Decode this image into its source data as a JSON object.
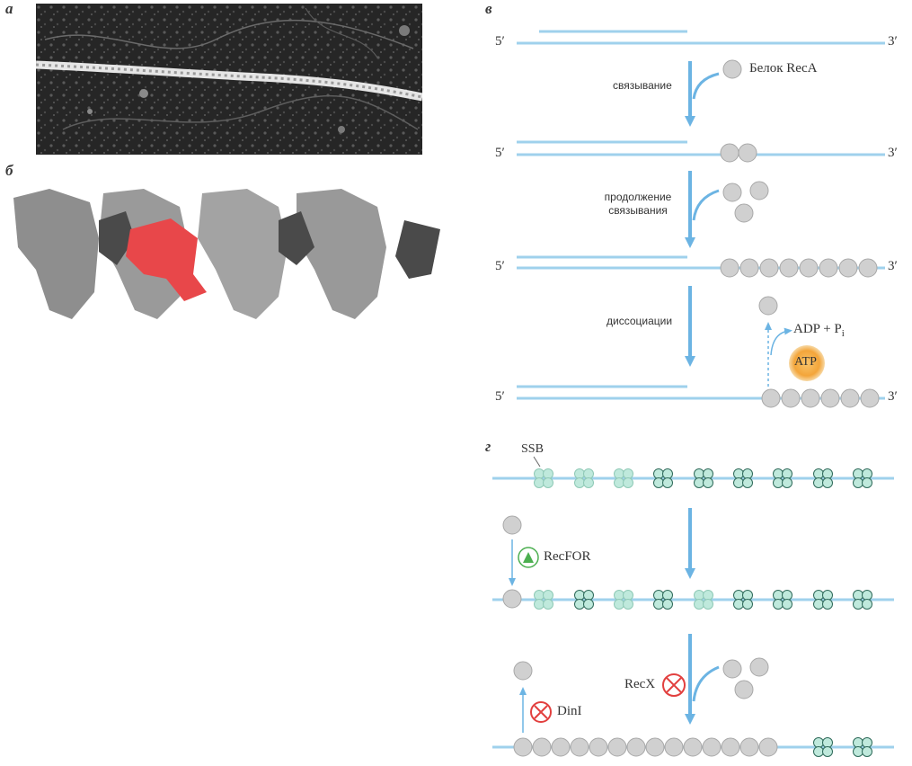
{
  "panels": {
    "a": "а",
    "b": "б",
    "v": "в",
    "g": "г"
  },
  "ends": {
    "five": "5′",
    "three": "3′"
  },
  "labels": {
    "binding": "связывание",
    "recA": "Белок RecA",
    "continued": "продолжение\nсвязывания",
    "dissociation": "диссоциации",
    "adp": "ADP + P",
    "adp_sub": "i",
    "atp": "ATP",
    "ssb": "SSB",
    "recfor": "RecFOR",
    "recx": "RecX",
    "dini": "DinI"
  },
  "colors": {
    "dna": "#9fd1ec",
    "arrow": "#6cb4e3",
    "protein": "#cfcfcf",
    "ssb": "#bfe9dc",
    "atp": "#f6a93b",
    "inhibit": "#e2403f",
    "activate": "#4caf50",
    "highlight": "#e8474a"
  },
  "icons": [
    "recA-monomer",
    "ssb-tetramer",
    "inhibitor-icon",
    "activator-icon",
    "atp-sphere"
  ]
}
